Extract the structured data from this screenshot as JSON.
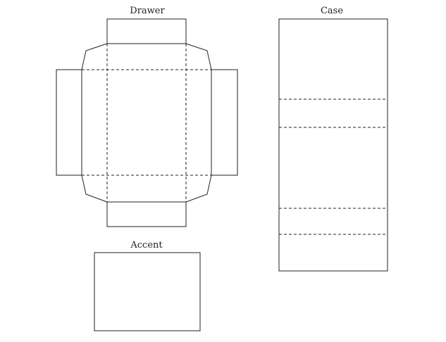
{
  "pieces": {
    "drawer": {
      "label": "Drawer"
    },
    "case": {
      "label": "Case"
    },
    "accent": {
      "label": "Accent"
    }
  },
  "colors": {
    "line": "#222222",
    "background": "#ffffff"
  }
}
